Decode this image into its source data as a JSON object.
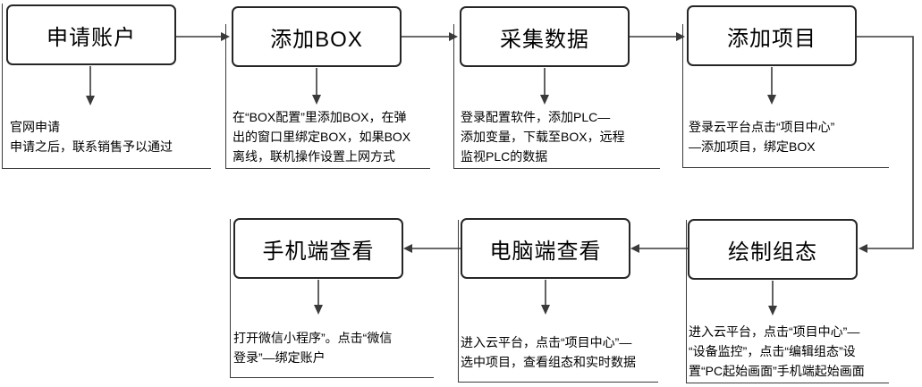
{
  "diagram": {
    "type": "flowchart",
    "nodes": [
      {
        "label": "申请账户",
        "description": "官网申请\n申请之后，联系销售予以通过"
      },
      {
        "label": "添加BOX",
        "description": "在“BOX配置”里添加BOX，在弹\n出的窗口里绑定BOX，如果BOX\n离线，联机操作设置上网方式"
      },
      {
        "label": "采集数据",
        "description": "登录配置软件，添加PLC—\n添加变量，下载至BOX，远程\n监视PLC的数据"
      },
      {
        "label": "添加项目",
        "description": "登录云平台点击“项目中心”\n—添加项目，绑定BOX"
      },
      {
        "label": "绘制组态",
        "description": "进入云平台，点击“项目中心”—\n“设备监控”，点击“编辑组态”设\n置“PC起始画面”手机端起始画面"
      },
      {
        "label": "电脑端查看",
        "description": "进入云平台，点击“项目中心”—\n选中项目，查看组态和实时数据"
      },
      {
        "label": "手机端查看",
        "description": "打开微信小程序”。点击“微信\n登录”—绑定账户"
      }
    ],
    "edges": [
      {
        "from": "申请账户",
        "to": "添加BOX"
      },
      {
        "from": "添加BOX",
        "to": "采集数据"
      },
      {
        "from": "采集数据",
        "to": "添加项目"
      },
      {
        "from": "添加项目",
        "to": "绘制组态"
      },
      {
        "from": "绘制组态",
        "to": "电脑端查看"
      },
      {
        "from": "电脑端查看",
        "to": "手机端查看"
      }
    ],
    "colors": {
      "background": "#ffffff",
      "box_border": "#262626",
      "frame_border": "#3a3a3a",
      "arrow": "#3a3a3a",
      "text": "#000000"
    }
  }
}
